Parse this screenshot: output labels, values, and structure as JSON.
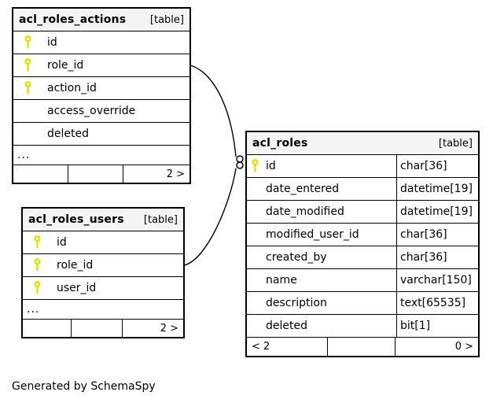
{
  "page": {
    "generated_by": "Generated by SchemaSpy"
  },
  "colors": {
    "key_icon": "#e0e000",
    "header_bg": "#f4f4f4",
    "border": "#000000",
    "background": "#ffffff"
  },
  "tables": [
    {
      "name": "acl_roles_actions",
      "tag": "[table]",
      "columns": [
        {
          "name": "id",
          "key": true
        },
        {
          "name": "role_id",
          "key": true
        },
        {
          "name": "action_id",
          "key": true
        },
        {
          "name": "access_override",
          "key": false
        },
        {
          "name": "deleted",
          "key": false
        }
      ],
      "ellipsis": "...",
      "footer": {
        "left": "",
        "middle": "",
        "right": "2 >"
      }
    },
    {
      "name": "acl_roles_users",
      "tag": "[table]",
      "columns": [
        {
          "name": "id",
          "key": true
        },
        {
          "name": "role_id",
          "key": true
        },
        {
          "name": "user_id",
          "key": true
        }
      ],
      "ellipsis": "...",
      "footer": {
        "left": "",
        "middle": "",
        "right": "2 >"
      }
    },
    {
      "name": "acl_roles",
      "tag": "[table]",
      "columns": [
        {
          "name": "id",
          "type": "char[36]",
          "key": true
        },
        {
          "name": "date_entered",
          "type": "datetime[19]",
          "key": false
        },
        {
          "name": "date_modified",
          "type": "datetime[19]",
          "key": false
        },
        {
          "name": "modified_user_id",
          "type": "char[36]",
          "key": false
        },
        {
          "name": "created_by",
          "type": "char[36]",
          "key": false
        },
        {
          "name": "name",
          "type": "varchar[150]",
          "key": false
        },
        {
          "name": "description",
          "type": "text[65535]",
          "key": false
        },
        {
          "name": "deleted",
          "type": "bit[1]",
          "key": false
        }
      ],
      "footer": {
        "left": "< 2",
        "middle": "",
        "right": "0 >"
      }
    }
  ]
}
